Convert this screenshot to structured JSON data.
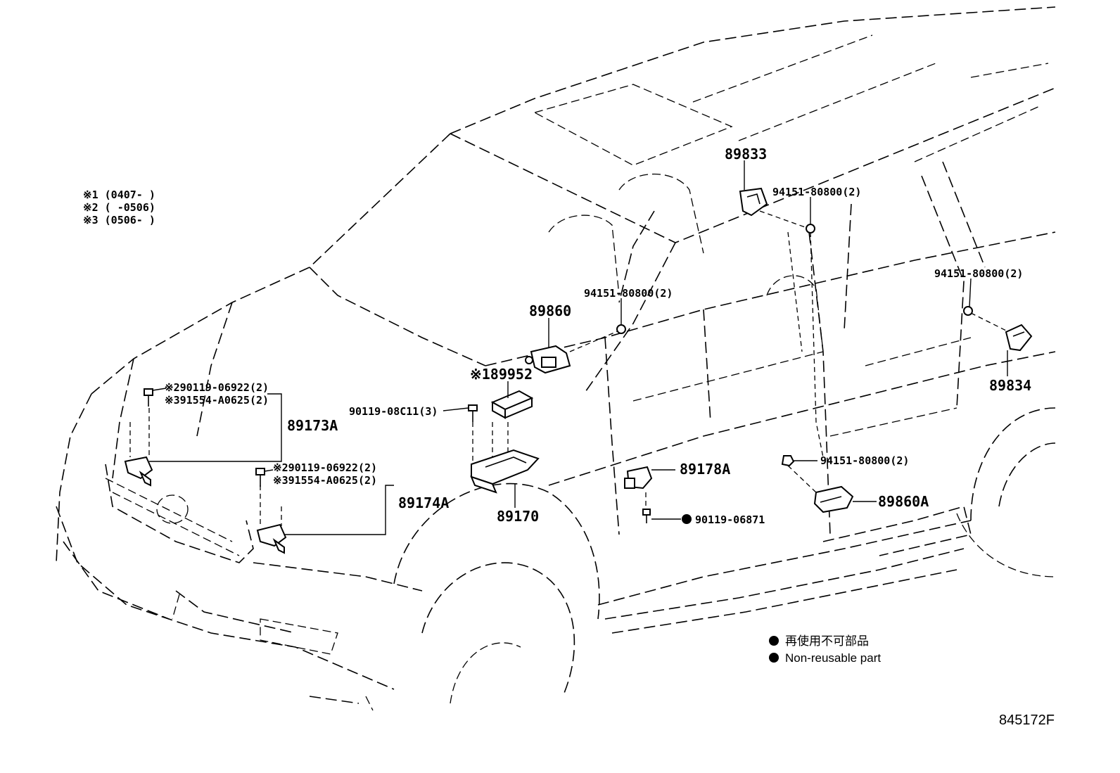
{
  "variant_notes": [
    "※1 (0407-     )",
    "※2 (     -0506)",
    "※3 (0506-     )"
  ],
  "part_labels": {
    "p89833": "89833",
    "p94151_top": "94151-80800(2)",
    "p94151_mid": "94151-80800(2)",
    "p94151_right": "94151-80800(2)",
    "p94151_low": "94151-80800(2)",
    "p89860": "89860",
    "p189952": "※189952",
    "p90119_08c11": "90119-08C11(3)",
    "p89834": "89834",
    "p90119_06922_a": "※290119-06922(2)",
    "p91554_a": "※391554-A0625(2)",
    "p89173a": "89173A",
    "p90119_06922_b": "※290119-06922(2)",
    "p91554_b": "※391554-A0625(2)",
    "p89174a": "89174A",
    "p89170": "89170",
    "p89178a": "89178A",
    "p90119_06871": "90119-06871",
    "p89860a": "89860A"
  },
  "legend": {
    "japanese": "再使用不可部品",
    "english": "Non-reusable part"
  },
  "diagram_code": "845172F",
  "colors": {
    "line": "#000000",
    "background": "#ffffff"
  }
}
